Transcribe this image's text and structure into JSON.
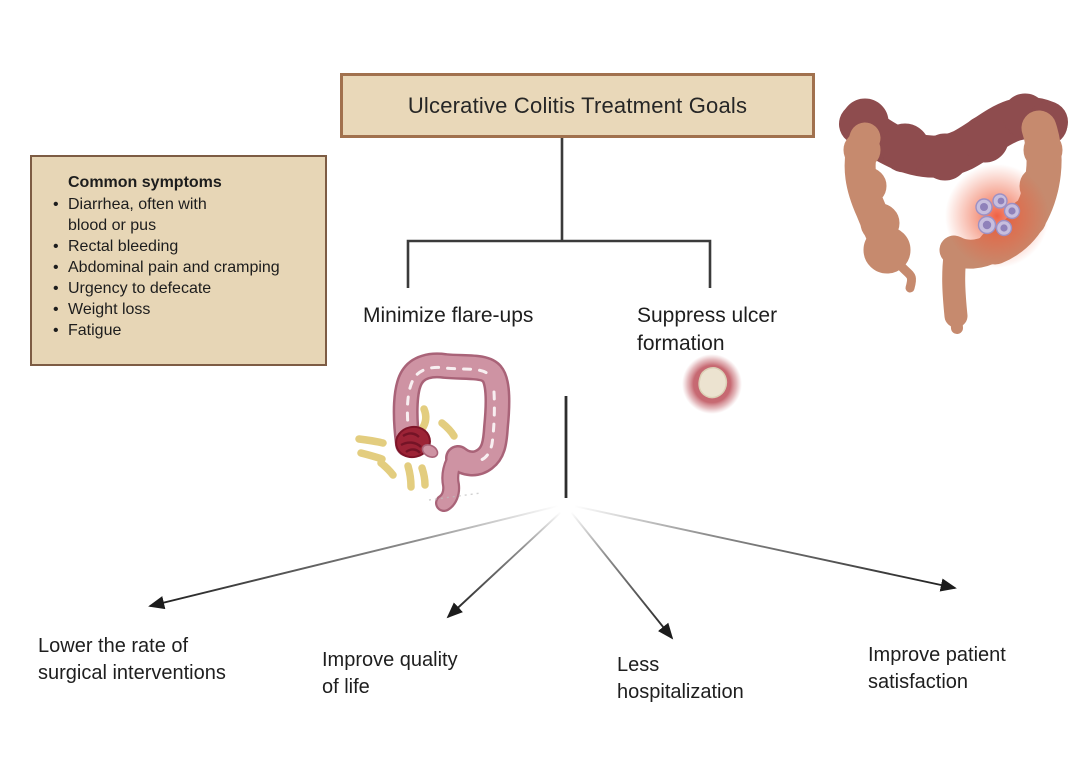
{
  "diagram": {
    "title": "Ulcerative Colitis Treatment Goals"
  },
  "symptoms_box": {
    "heading": "Common symptoms",
    "items": {
      "diarrhea_line1": "Diarrhea, often with",
      "diarrhea_line2": "blood or pus",
      "rectal_bleeding": "Rectal bleeding",
      "abdominal_pain": "Abdominal pain and cramping",
      "urgency": "Urgency to defecate",
      "weight_loss": "Weight loss",
      "fatigue": "Fatigue"
    }
  },
  "branches": {
    "minimize_flare_ups": "Minimize flare-ups",
    "suppress_line1": "Suppress ulcer",
    "suppress_line2": "formation"
  },
  "outcomes": {
    "surgical_line1": "Lower the rate of",
    "surgical_line2": "surgical interventions",
    "quality_line1": "Improve quality",
    "quality_line2": "of life",
    "hospital_line1": "Less",
    "hospital_line2": "hospitalization",
    "satisfaction_line1": "Improve patient",
    "satisfaction_line2": "satisfaction"
  },
  "icons": {
    "large_colon": "inflamed-colon-illustration",
    "small_colon": "flare-up-colon-icon",
    "ulcer": "ulcer-icon"
  },
  "colors": {
    "box_fill": "#e9d8b9",
    "title_border": "#a1714e",
    "symptoms_border": "#7d5c44",
    "tree_line": "#3b3b3b",
    "arrow": "#1c1c1c",
    "text": "#1e1e1e",
    "colon_transverse_dark": "#8e4c4e",
    "colon_salmon": "#c68a6e",
    "inflammation_glow": "#ee5a38",
    "immune_cell_purple": "#b3a8d4",
    "small_colon_pink": "#ce93a3",
    "small_colon_outline": "#a96378",
    "flare_patch_red": "#9c2336",
    "flare_ray_yellow": "#e3cd7f",
    "ulcer_ring": "#c4626b",
    "ulcer_center": "#ece3d0"
  }
}
